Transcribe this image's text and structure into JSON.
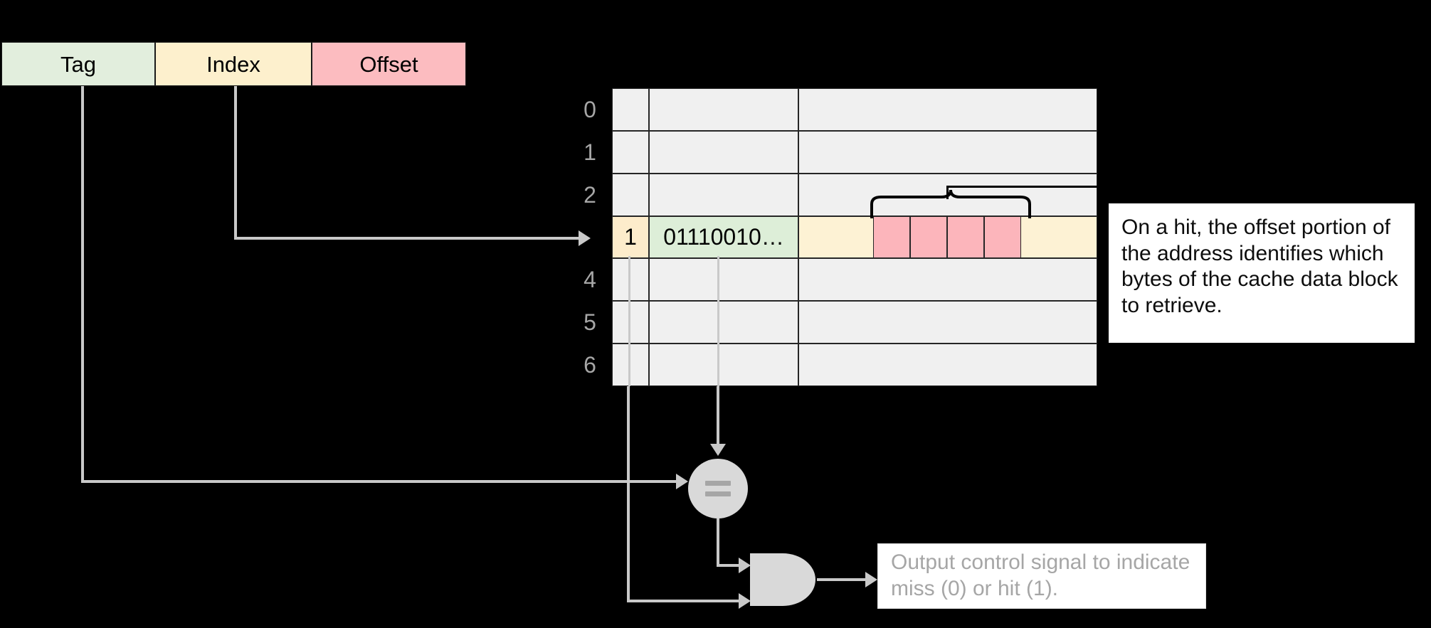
{
  "diagram": {
    "title": "direct-mapped cache lookup",
    "address_fields": [
      {
        "label": "Tag",
        "color": "#e2eedd"
      },
      {
        "label": "Index",
        "color": "#fdf0cd"
      },
      {
        "label": "Offset",
        "color": "#fcbcc0"
      }
    ],
    "cache": {
      "row_labels": [
        "0",
        "1",
        "2",
        "4",
        "5",
        "6"
      ],
      "selected_row_index": 3,
      "selected_row": {
        "valid_bit": "1",
        "tag_value": "01110010…",
        "selected_byte_count": 4
      },
      "colors": {
        "cell_background": "#f0f0f0",
        "valid_highlight": "#fdeccb",
        "tag_highlight": "#ddeed8",
        "data_highlight": "#fdf2d4",
        "byte_highlight": "#fcb5bb",
        "grid_line": "#262626",
        "row_label": "#a6a6a6"
      }
    },
    "logic": {
      "comparator_symbol": "=",
      "gate_type": "AND",
      "wire_color": "#c9c9c9"
    },
    "callouts": {
      "offset_note": "On a hit, the offset portion of the address identifies which bytes of the cache data block to retrieve.",
      "output_note": "Output control signal to indicate miss (0) or hit (1)."
    }
  }
}
